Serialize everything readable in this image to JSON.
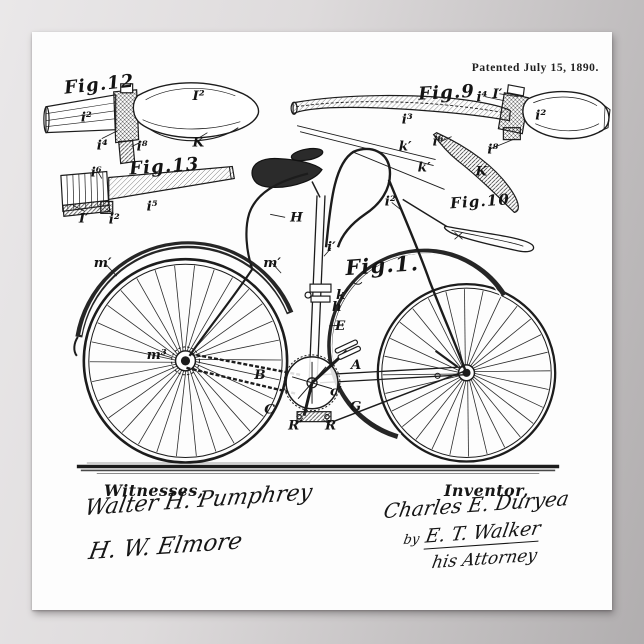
{
  "poster": {
    "patent_date": "Patented July 15, 1890.",
    "paper_color": "#fdfdfd",
    "background_color": "#c6c3c4",
    "ink_color": "#1b1b1b"
  },
  "figures": {
    "fig12": {
      "title": "Fig.12",
      "parts": [
        "i²",
        "I²",
        "i⁴",
        "i⁸",
        "K"
      ]
    },
    "fig13": {
      "title": "Fig.13",
      "parts": [
        "i⁶",
        "I′",
        "i²",
        "i⁵"
      ]
    },
    "fig9": {
      "title": "Fig.9",
      "parts": [
        "i⁴",
        "I′",
        "i³",
        "i²",
        "k′",
        "i⁶",
        "k′",
        "i⁸",
        "K"
      ]
    },
    "fig10": {
      "title": "Fig.10",
      "parts": [
        "i²"
      ]
    },
    "fig1": {
      "title": "Fig.1.",
      "parts": [
        "H",
        "i′",
        "m′",
        "m′",
        "m³",
        "B",
        "k′",
        "h",
        "E",
        "A",
        "c′",
        "C",
        "G",
        "R′",
        "R"
      ]
    }
  },
  "signatures": {
    "witnesses_label": "Witnesses,",
    "witness_1": "Walter H. Pumphrey",
    "witness_2": "H. W. Elmore",
    "inventor_label": "Inventor,",
    "inventor_name": "Charles E. Duryea",
    "by_text": "by",
    "attorney_name": "E. T. Walker",
    "attorney_title": "his Attorney"
  }
}
